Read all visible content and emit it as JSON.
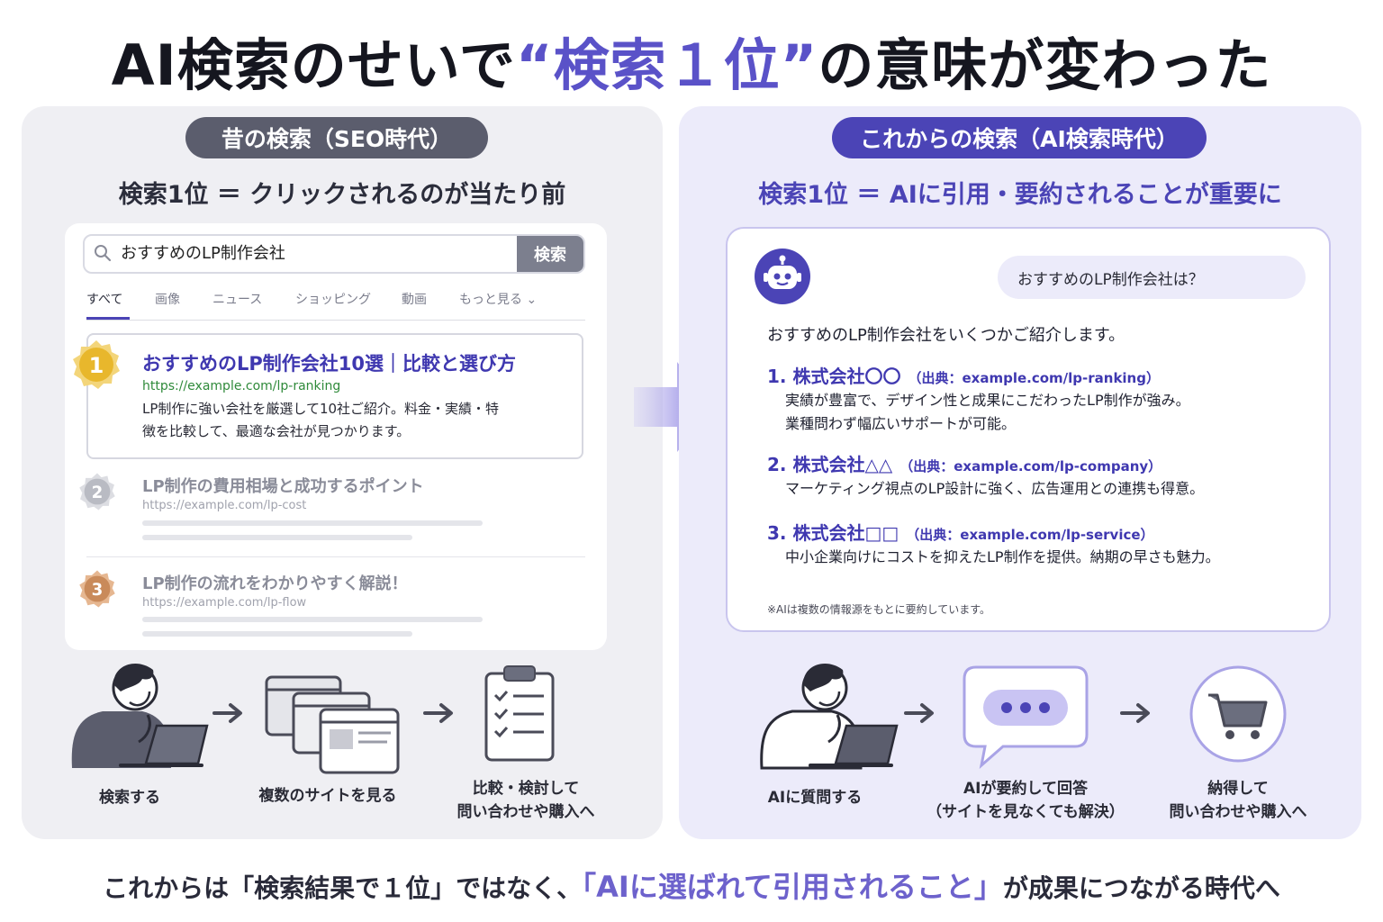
{
  "title": {
    "pre": "AI検索のせいで",
    "highlight": "“検索１位”",
    "post": "の意味が変わった"
  },
  "left": {
    "pill": "昔の検索（SEO時代）",
    "subhead": "検索1位 ＝ クリックされるのが当たり前",
    "search": {
      "query": "おすすめのLP制作会社",
      "button": "検索"
    },
    "tabs": [
      "すべて",
      "画像",
      "ニュース",
      "ショッピング",
      "動画",
      "もっと見る ⌄"
    ],
    "results": [
      {
        "rank": "1",
        "title": "おすすめのLP制作会社10選｜比較と選び方",
        "url": "https://example.com/lp-ranking",
        "desc1": "LP制作に強い会社を厳選して10社ご紹介。料金・実績・特",
        "desc2": "徴を比較して、最適な会社が見つかります。"
      },
      {
        "rank": "2",
        "title": "LP制作の費用相場と成功するポイント",
        "url": "https://example.com/lp-cost"
      },
      {
        "rank": "3",
        "title": "LP制作の流れをわかりやすく解説！",
        "url": "https://example.com/lp-flow"
      }
    ],
    "flow": [
      {
        "label1": "検索する",
        "label2": ""
      },
      {
        "label1": "複数のサイトを見る",
        "label2": ""
      },
      {
        "label1": "比較・検討して",
        "label2": "問い合わせや購入へ"
      }
    ]
  },
  "right": {
    "pill": "これからの検索（AI検索時代）",
    "subhead": "検索1位 ＝ AIに引用・要約されることが重要に",
    "question": "おすすめのLP制作会社は？",
    "intro": "おすすめのLP制作会社をいくつかご紹介します。",
    "items": [
      {
        "title": "1. 株式会社〇〇",
        "src": "（出典：example.com/lp-ranking）",
        "desc1": "実績が豊富で、デザイン性と成果にこだわったLP制作が強み。",
        "desc2": "業種問わず幅広いサポートが可能。"
      },
      {
        "title": "2. 株式会社△△",
        "src": "（出典：example.com/lp-company）",
        "desc1": "マーケティング視点のLP設計に強く、広告運用との連携も得意。",
        "desc2": ""
      },
      {
        "title": "3. 株式会社□□",
        "src": "（出典：example.com/lp-service）",
        "desc1": "中小企業向けにコストを抑えたLP制作を提供。納期の早さも魅力。",
        "desc2": ""
      }
    ],
    "note": "※AIは複数の情報源をもとに要約しています。",
    "flow": [
      {
        "label1": "AIに質問する",
        "label2": ""
      },
      {
        "label1": "AIが要約して回答",
        "label2": "（サイトを見なくても解決）"
      },
      {
        "label1": "納得して",
        "label2": "問い合わせや購入へ"
      }
    ]
  },
  "footer": {
    "pre": "これからは「検索結果で１位」ではなく、",
    "highlight": "「AIに選ばれて引用されること」",
    "post": "が成果につながる時代へ"
  },
  "colors": {
    "accent": "#4b44b6",
    "accent_light": "#ecebfa",
    "gray_pill": "#5b5d6d",
    "gold": "#e8b72c",
    "silver": "#b9bbc3",
    "bronze": "#c98a5a"
  }
}
